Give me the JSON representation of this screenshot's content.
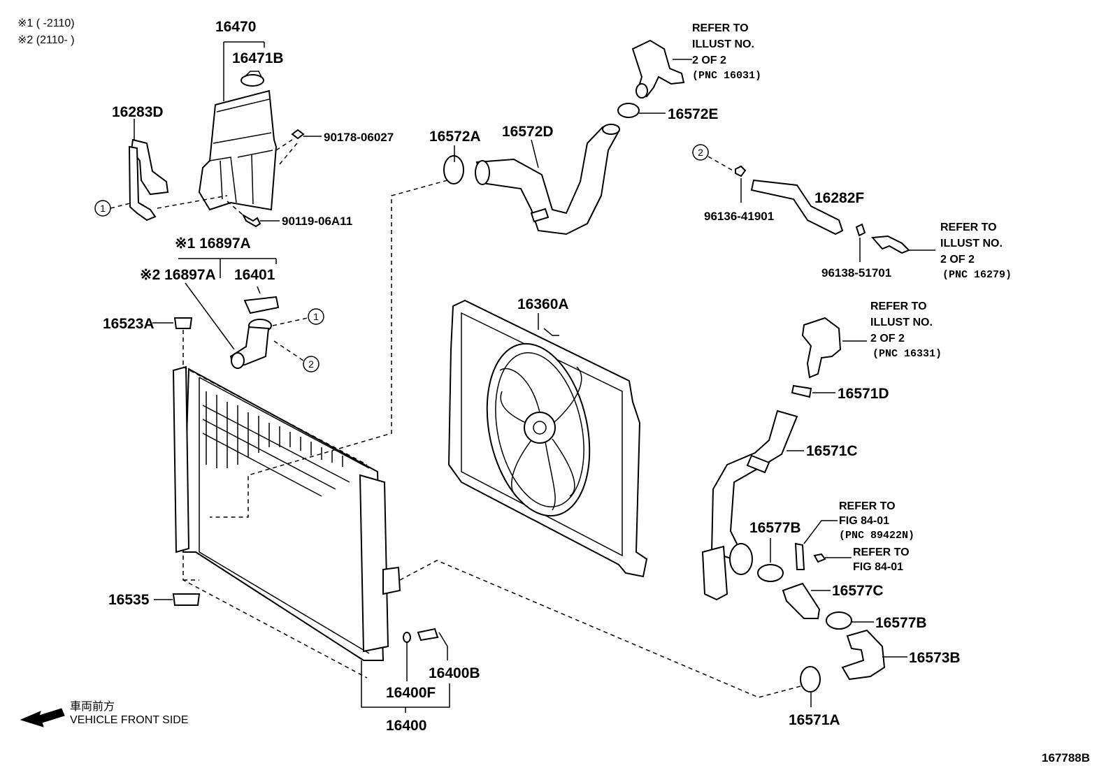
{
  "notes": {
    "note1": "※1 (      -2110)",
    "note2": "※2 (2110-      )"
  },
  "parts": {
    "p16470": "16470",
    "p16471B": "16471B",
    "p16283D": "16283D",
    "p90178": "90178-06027",
    "p90119": "90119-06A11",
    "p16897A_1": "※1 16897A",
    "p16897A_2": "※2 16897A",
    "p16401": "16401",
    "p16523A": "16523A",
    "p16535": "16535",
    "p16572A": "16572A",
    "p16572D": "16572D",
    "p16572E": "16572E",
    "p16282F": "16282F",
    "p96136": "96136-41901",
    "p96138": "96138-51701",
    "p16360A": "16360A",
    "p16571D": "16571D",
    "p16571C": "16571C",
    "p16577B_1": "16577B",
    "p16577C": "16577C",
    "p16577B_2": "16577B",
    "p16573B": "16573B",
    "p16571A": "16571A",
    "p16400B": "16400B",
    "p16400F": "16400F",
    "p16400": "16400"
  },
  "refs": {
    "r16031": [
      "REFER TO",
      "ILLUST NO.",
      "2 OF 2",
      "(PNC 16031)"
    ],
    "r16279": [
      "REFER TO",
      "ILLUST NO.",
      "2 OF 2",
      "(PNC 16279)"
    ],
    "r16331": [
      "REFER TO",
      "ILLUST NO.",
      "2 OF 2",
      "(PNC 16331)"
    ],
    "r89422": [
      "REFER TO",
      "FIG 84-01",
      "(PNC 89422N)"
    ],
    "r8401": [
      "REFER TO",
      "FIG 84-01"
    ]
  },
  "circles": {
    "c1": "1",
    "c2": "2"
  },
  "footer": {
    "front_jp": "車両前方",
    "front_en": "VEHICLE FRONT SIDE",
    "figure_no": "167788B"
  }
}
